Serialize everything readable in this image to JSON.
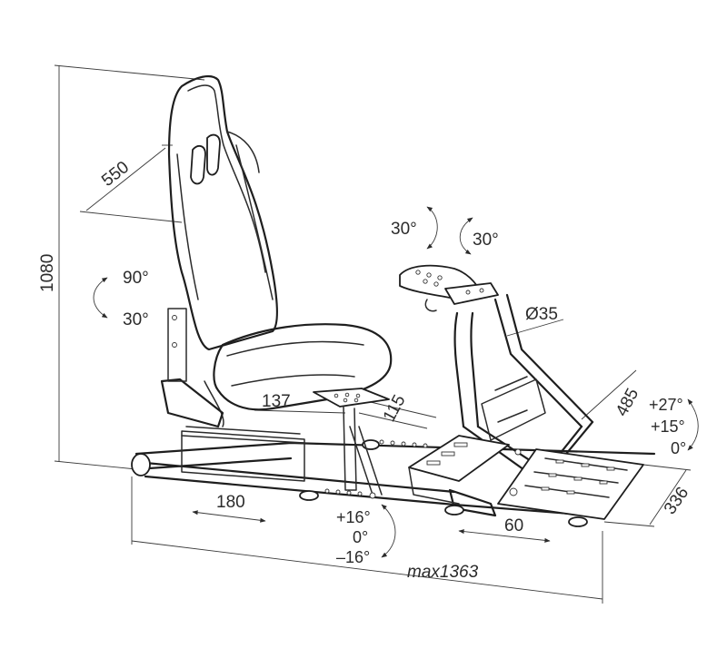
{
  "diagram": {
    "dimensions": {
      "height": "1080",
      "depth": "550",
      "seat_width": "137",
      "seat_bracket": "115",
      "slide_travel": "180",
      "pedal_travel": "60",
      "tube_diameter": "Ø35",
      "wheel_height": "485",
      "pedal_width": "336",
      "total_length": "max1363"
    },
    "angles": {
      "back_up": "90°",
      "back_down": "30°",
      "wheel_left": "30°",
      "wheel_right": "30°",
      "pedal_up_2": "+27°",
      "pedal_up_1": "+15°",
      "pedal_zero": "0°",
      "seat_up": "+16°",
      "seat_zero": "0°",
      "seat_down": "–16°"
    }
  }
}
